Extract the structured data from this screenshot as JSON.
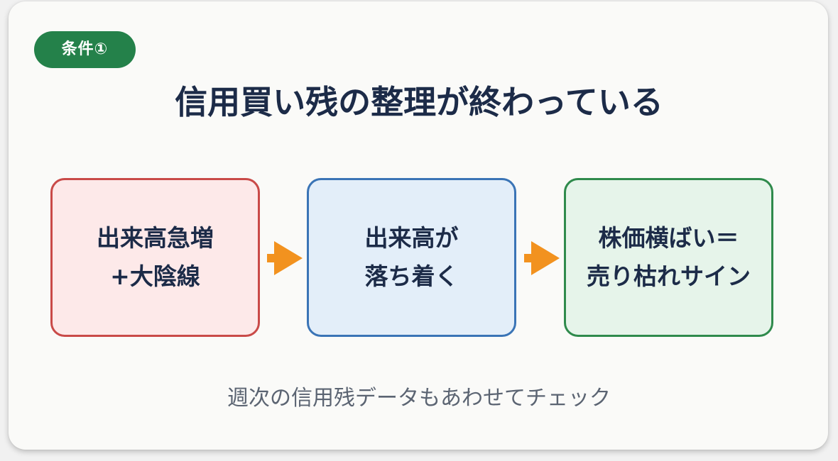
{
  "badge": {
    "label": "条件①"
  },
  "title": "信用買い残の整理が終わっている",
  "steps": [
    {
      "text": "出来高急増\n+大陰線",
      "border": "#c94a48",
      "fill": "#fde9e9"
    },
    {
      "text": "出来高が\n落ち着く",
      "border": "#3a74b6",
      "fill": "#e3eef9"
    },
    {
      "text": "株価横ばい＝\n売り枯れサイン",
      "border": "#2f8a4c",
      "fill": "#e6f4ea"
    }
  ],
  "arrow_color": "#f2921f",
  "badge_color": "#24814a",
  "footnote": "週次の信用残データもあわせてチェック"
}
